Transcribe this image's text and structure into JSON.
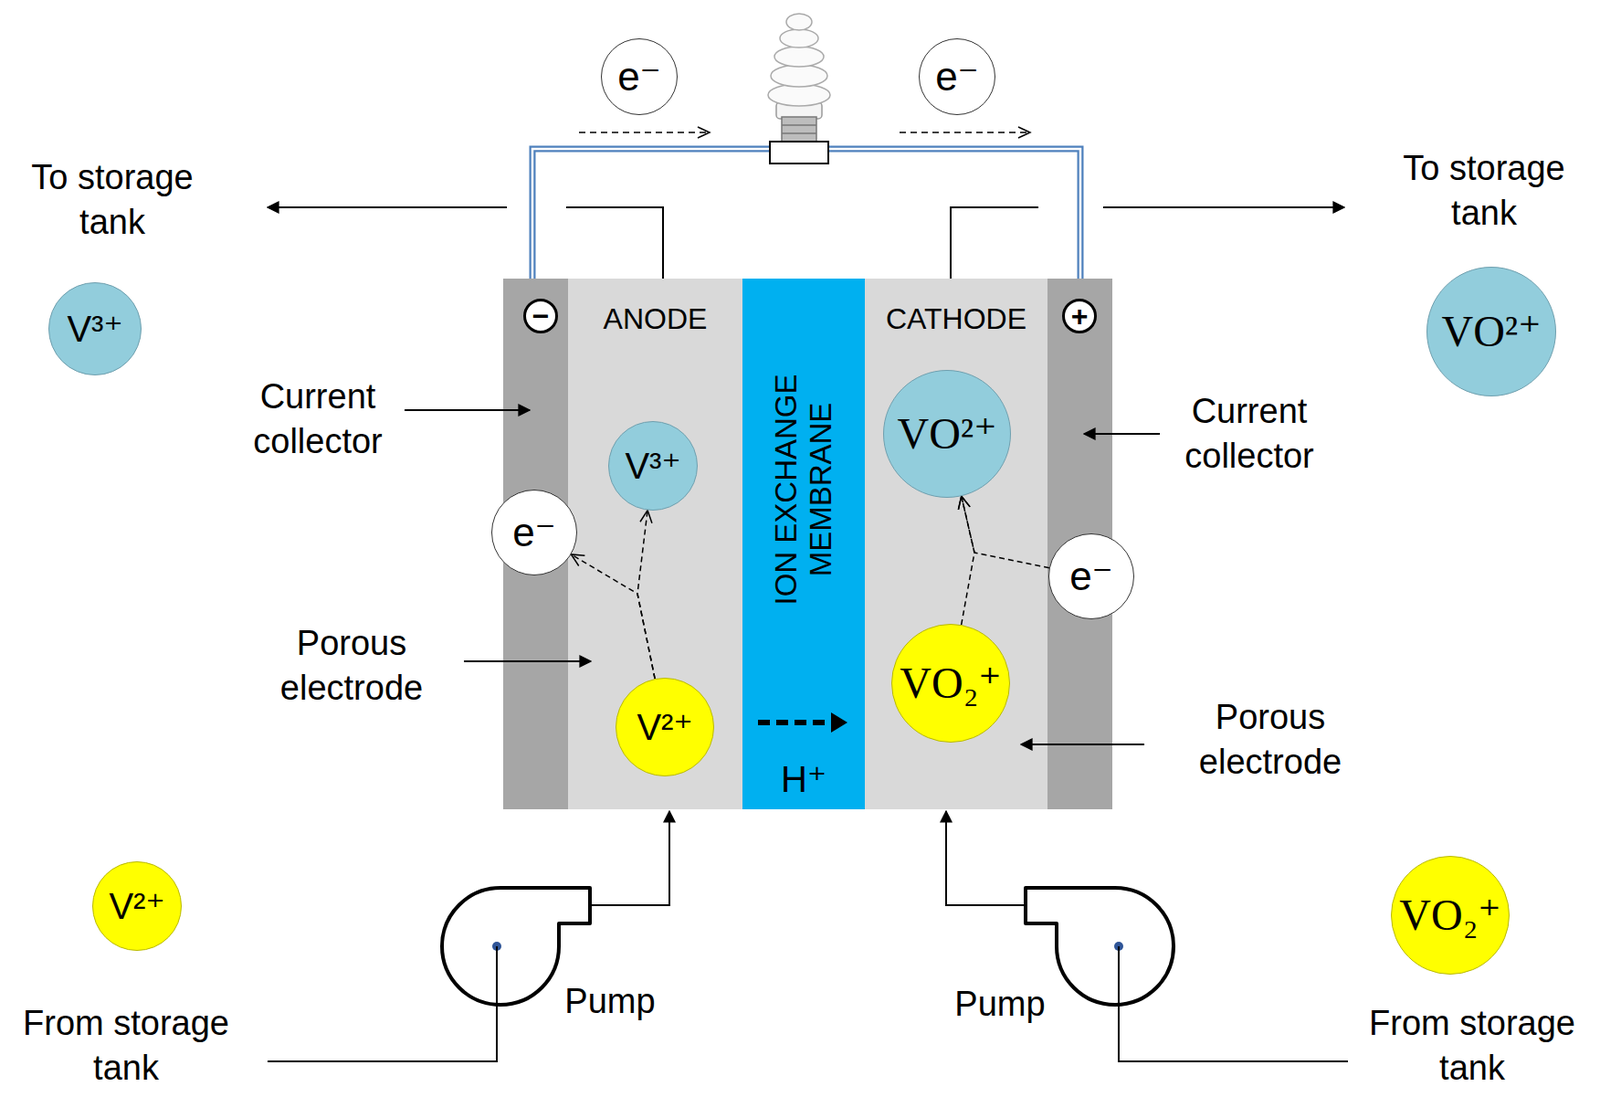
{
  "diagram": {
    "nodes": [
      {
        "text": [
          "e⁻"
        ]
      },
      {
        "text": [
          "e⁻"
        ]
      },
      {
        "text": [
          "V³⁺"
        ]
      },
      {
        "text": [
          "VO²⁺"
        ]
      },
      {
        "text": [
          "−"
        ]
      },
      {
        "text": [
          "ANODE"
        ]
      },
      {
        "text": [
          "ION EXCHANGE MEMBRANE",
          "H⁺"
        ]
      },
      {
        "text": [
          "CATHODE"
        ]
      },
      {
        "text": [
          "+"
        ]
      },
      {
        "text": [
          "V³⁺"
        ],
        "in": 5
      },
      {
        "text": [
          "VO²⁺"
        ],
        "in": 7
      },
      {
        "text": [
          "e⁻"
        ]
      },
      {
        "text": [
          "e⁻"
        ]
      },
      {
        "text": [
          "V²⁺"
        ],
        "in": 5
      },
      {
        "text": [
          "VO₂⁺"
        ],
        "in": 7
      },
      {
        "text": [
          "V²⁺"
        ]
      },
      {
        "text": [
          "VO₂⁺"
        ]
      }
    ],
    "edges": [
      {
        "from": 13,
        "to": 9,
        "arrow": "to"
      },
      {
        "from": 13,
        "to": 11,
        "arrow": "to"
      },
      {
        "from": 14,
        "to": 10,
        "arrow": "to"
      },
      {
        "from": 12,
        "to": 10,
        "arrow": "to"
      }
    ],
    "labels": [
      "To storage tank",
      "To storage tank",
      "Current collector",
      "Current collector",
      "Porous electrode",
      "Porous electrode",
      "Pump",
      "Pump",
      "From storage tank",
      "From storage tank"
    ]
  }
}
